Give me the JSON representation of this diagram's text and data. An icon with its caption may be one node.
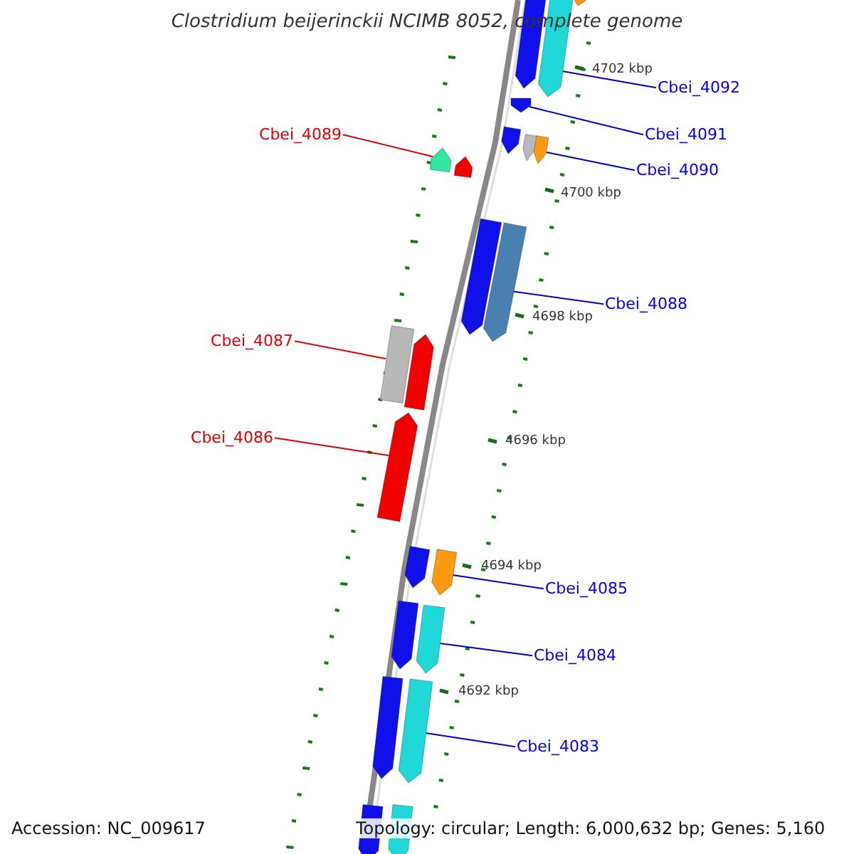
{
  "diagram": {
    "title": "Clostridium beijerinckii NCIMB 8052, complete genome",
    "nodes": [
      {
        "text": [
          "Cbei_4092"
        ]
      },
      {
        "text": [
          "Cbei_4091"
        ]
      },
      {
        "text": [
          "Cbei_4090"
        ]
      },
      {
        "text": [
          "Cbei_4089"
        ]
      },
      {
        "text": [
          "Cbei_4088"
        ]
      },
      {
        "text": [
          "Cbei_4087"
        ]
      },
      {
        "text": [
          "Cbei_4086"
        ]
      },
      {
        "text": [
          "Cbei_4085"
        ]
      },
      {
        "text": [
          "Cbei_4084"
        ]
      },
      {
        "text": [
          "Cbei_4083"
        ]
      },
      {
        "text": [],
        "shape": "bar"
      },
      {
        "text": [],
        "shape": "bar"
      },
      {
        "text": [],
        "shape": "bar"
      },
      {
        "text": [],
        "shape": "bar"
      },
      {
        "text": [],
        "shape": "bar"
      },
      {
        "text": [],
        "shape": "bar"
      },
      {
        "text": [],
        "shape": "bar"
      },
      {
        "text": [],
        "shape": "bar"
      },
      {
        "text": [],
        "shape": "bar"
      },
      {
        "text": [],
        "shape": "bar"
      },
      {
        "text": [],
        "shape": "bar"
      },
      {
        "text": [],
        "shape": "bar"
      },
      {
        "text": [],
        "shape": "bar"
      },
      {
        "text": [],
        "shape": "bar"
      },
      {
        "text": [],
        "shape": "bar"
      },
      {
        "text": [],
        "shape": "bar"
      },
      {
        "text": [],
        "shape": "bar"
      },
      {
        "text": [],
        "shape": "bar"
      },
      {
        "text": [],
        "shape": "bar"
      },
      {
        "text": [],
        "shape": "bar"
      },
      {
        "text": [],
        "shape": "bar"
      },
      {
        "text": [],
        "shape": "bar"
      }
    ],
    "edges": [
      {
        "from": 0,
        "to": 10,
        "arrow": "none"
      },
      {
        "from": 1,
        "to": 11,
        "arrow": "none"
      },
      {
        "from": 2,
        "to": 12,
        "arrow": "none"
      },
      {
        "from": 3,
        "to": 13,
        "arrow": "none",
        "color": "#dd0000"
      },
      {
        "from": 4,
        "to": 14,
        "arrow": "none"
      },
      {
        "from": 5,
        "to": 15,
        "arrow": "none",
        "color": "#dd0000"
      },
      {
        "from": 6,
        "to": 16,
        "arrow": "none",
        "color": "#dd0000"
      },
      {
        "from": 7,
        "to": 17,
        "arrow": "none"
      },
      {
        "from": 8,
        "to": 18,
        "arrow": "none"
      },
      {
        "from": 9,
        "to": 19,
        "arrow": "none"
      }
    ],
    "labels": [
      "4702 kbp",
      "4700 kbp",
      "4698 kbp",
      "4696 kbp",
      "4694 kbp",
      "4692 kbp",
      "Accession: NC_009617",
      "Topology: circular; Length: 6,000,632 bp; Genes: 5,160"
    ]
  }
}
